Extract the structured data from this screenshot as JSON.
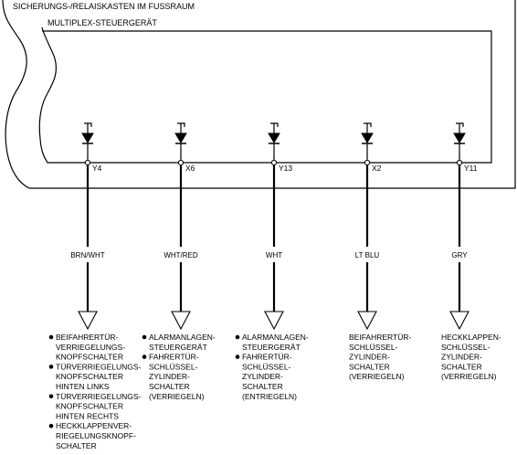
{
  "outer_box_label": "SICHERUNGS-/RELAISKASTEN IM FUSSRAUM",
  "inner_box_label": "MULTIPLEX-STEUERGERÄT",
  "pins": [
    {
      "id": "Y4",
      "wire": "BRN/WHT",
      "destinations": [
        {
          "bullet": true,
          "lines": [
            "BEIFAHRERTÜR-",
            "VERRIEGELUNGS-",
            "KNOPFSCHALTER"
          ]
        },
        {
          "bullet": true,
          "lines": [
            "TÜRVERRIEGELUNGS-",
            "KNOPFSCHALTER",
            "HINTEN LINKS"
          ]
        },
        {
          "bullet": true,
          "lines": [
            "TÜRVERRIEGELUNGS-",
            "KNOPFSCHALTER",
            "HINTEN RECHTS"
          ]
        },
        {
          "bullet": true,
          "lines": [
            "HECKKLAPPENVER-",
            "RIEGELUNGSKNOPF-",
            "SCHALTER"
          ]
        }
      ]
    },
    {
      "id": "X6",
      "wire": "WHT/RED",
      "destinations": [
        {
          "bullet": true,
          "lines": [
            "ALARMANLAGEN-",
            "STEUERGERÄT"
          ]
        },
        {
          "bullet": true,
          "lines": [
            "FAHRERTÜR-",
            "SCHLÜSSEL-",
            "ZYLINDER-",
            "SCHALTER",
            "(VERRIEGELN)"
          ]
        }
      ]
    },
    {
      "id": "Y13",
      "wire": "WHT",
      "destinations": [
        {
          "bullet": true,
          "lines": [
            "ALARMANLAGEN-",
            "STEUERGERÄT"
          ]
        },
        {
          "bullet": true,
          "lines": [
            "FAHRERTÜR-",
            "SCHLÜSSEL-",
            "ZYLINDER-",
            "SCHALTER",
            "(ENTRIEGELN)"
          ]
        }
      ]
    },
    {
      "id": "X2",
      "wire": "LT BLU",
      "destinations": [
        {
          "bullet": false,
          "lines": [
            "BEIFAHRERTÜR-",
            "SCHLÜSSEL-",
            "ZYLINDER-",
            "SCHALTER",
            "(VERRIEGELN)"
          ]
        }
      ]
    },
    {
      "id": "Y11",
      "wire": "GRY",
      "destinations": [
        {
          "bullet": false,
          "lines": [
            "HECKKLAPPEN-",
            "SCHLÜSSEL-",
            "ZYLINDER-",
            "SCHALTER",
            "(VERRIEGELN)"
          ]
        }
      ]
    }
  ]
}
